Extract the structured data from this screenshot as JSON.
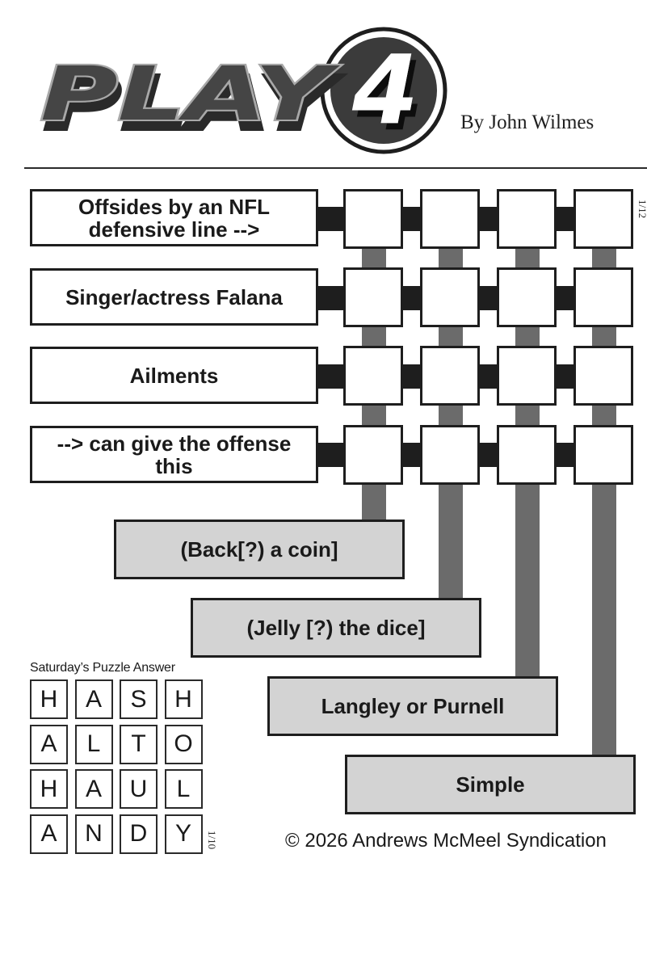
{
  "header": {
    "logo_text": "PLAY",
    "logo_number": "4",
    "byline": "By John Wilmes"
  },
  "puzzle": {
    "date_stamp": "1/12",
    "row_clues": [
      {
        "text": "Offsides by an NFL defensive line -->"
      },
      {
        "text": "Singer/actress Falana"
      },
      {
        "text": "Ailments"
      },
      {
        "text": "--> can give the offense this"
      }
    ],
    "column_clues": [
      {
        "text": "(Back[?) a coin]"
      },
      {
        "text": "(Jelly [?) the dice]"
      },
      {
        "text": "Langley or Purnell"
      },
      {
        "text": "Simple"
      }
    ],
    "grid_size": 4
  },
  "previous_answer": {
    "title": "Saturday’s Puzzle Answer",
    "date_stamp": "1/10",
    "rows": [
      [
        "H",
        "A",
        "S",
        "H"
      ],
      [
        "A",
        "L",
        "T",
        "O"
      ],
      [
        "H",
        "A",
        "U",
        "L"
      ],
      [
        "A",
        "N",
        "D",
        "Y"
      ]
    ]
  },
  "footer": {
    "copyright": "© 2026 Andrews McMeel Syndication"
  },
  "colors": {
    "ink": "#1e1e1e",
    "row_connector": "#1e1e1e",
    "column_connector": "#6b6b6b",
    "column_clue_fill": "#d3d3d3",
    "cell_fill": "#ffffff"
  }
}
